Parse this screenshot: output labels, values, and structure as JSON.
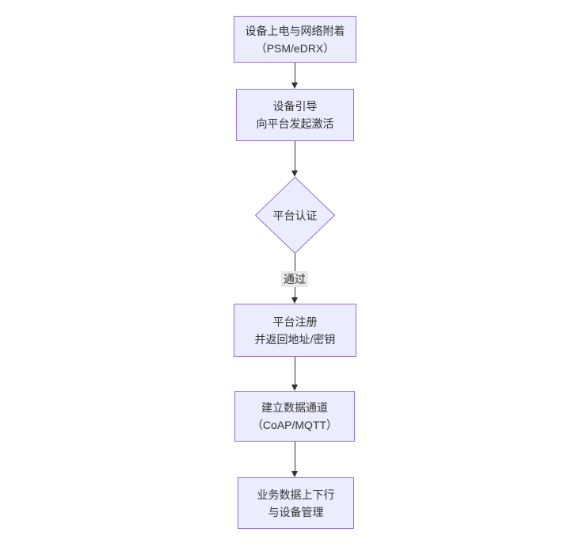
{
  "diagram": {
    "type": "flowchart-top-down",
    "colors": {
      "node_fill": "#ECECFF",
      "node_border": "#9370DB",
      "text": "#333333",
      "edge": "#333333",
      "edge_label_bg": "#e8e8e8",
      "background": "#ffffff"
    },
    "nodes": [
      {
        "id": "power-attach",
        "shape": "rect",
        "lines": [
          "设备上电与网络附着",
          "（PSM/eDRX）"
        ]
      },
      {
        "id": "bootstrap",
        "shape": "rect",
        "lines": [
          "设备引导",
          "向平台发起激活"
        ]
      },
      {
        "id": "platform-auth",
        "shape": "diamond",
        "lines": [
          "平台认证"
        ]
      },
      {
        "id": "register",
        "shape": "rect",
        "lines": [
          "平台注册",
          "并返回地址/密钥"
        ]
      },
      {
        "id": "data-channel",
        "shape": "rect",
        "lines": [
          "建立数据通道",
          "（CoAP/MQTT）"
        ]
      },
      {
        "id": "business-data",
        "shape": "rect",
        "lines": [
          "业务数据上下行",
          "与设备管理"
        ]
      }
    ],
    "edges": [
      {
        "from": "power-attach",
        "to": "bootstrap",
        "label": ""
      },
      {
        "from": "bootstrap",
        "to": "platform-auth",
        "label": ""
      },
      {
        "from": "platform-auth",
        "to": "register",
        "label": "通过"
      },
      {
        "from": "register",
        "to": "data-channel",
        "label": ""
      },
      {
        "from": "data-channel",
        "to": "business-data",
        "label": ""
      }
    ]
  }
}
